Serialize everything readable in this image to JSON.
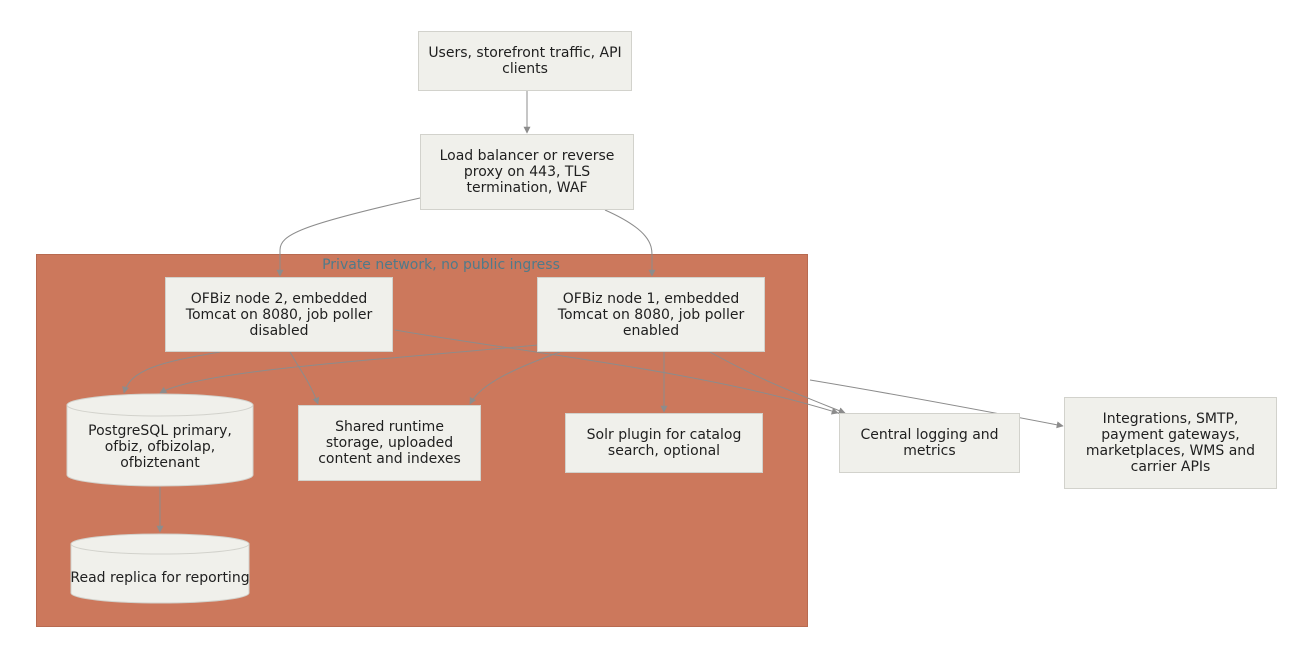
{
  "cluster": {
    "label": "Private network, no public ingress"
  },
  "nodes": {
    "users": "Users, storefront traffic, API clients",
    "lb": "Load balancer or reverse proxy on 443, TLS termination, WAF",
    "node2": "OFBiz node 2, embedded Tomcat on 8080, job poller disabled",
    "node1": "OFBiz node 1, embedded Tomcat on 8080, job poller enabled",
    "pg": "PostgreSQL primary, ofbiz, ofbizolap, ofbiztenant",
    "storage": "Shared runtime storage, uploaded content and indexes",
    "solr": "Solr plugin for catalog search, optional",
    "logging": "Central logging and metrics",
    "integrations": "Integrations, SMTP, payment gateways, marketplaces, WMS and carrier APIs",
    "replica": "Read replica for reporting"
  },
  "colors": {
    "cluster_fill": "#cc785c",
    "node_fill": "#f0f0eb",
    "edge": "#8c8c8c",
    "cluster_label": "#4f7a8a"
  }
}
